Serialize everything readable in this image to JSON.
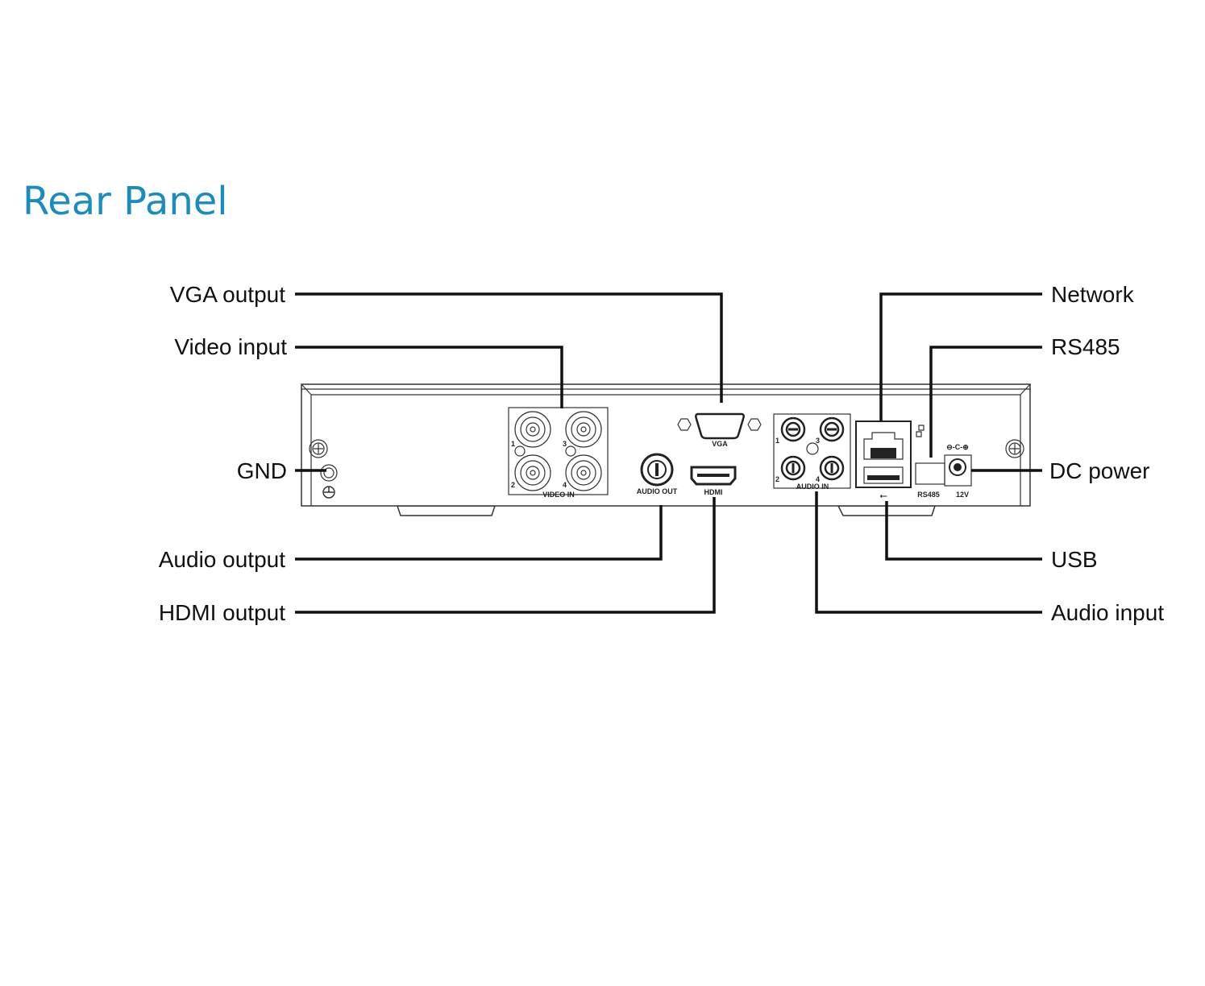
{
  "title": "Rear Panel",
  "colors": {
    "title": "#1a8cc0",
    "lines": "#111111"
  },
  "callouts_left": [
    {
      "id": "vga",
      "label": "VGA output"
    },
    {
      "id": "video",
      "label": "Video input"
    },
    {
      "id": "gnd",
      "label": "GND"
    },
    {
      "id": "audio-out",
      "label": "Audio output"
    },
    {
      "id": "hdmi",
      "label": "HDMI output"
    }
  ],
  "callouts_right": [
    {
      "id": "network",
      "label": "Network"
    },
    {
      "id": "rs485",
      "label": "RS485"
    },
    {
      "id": "dc",
      "label": "DC power"
    },
    {
      "id": "usb",
      "label": "USB"
    },
    {
      "id": "audio-in",
      "label": "Audio input"
    }
  ],
  "device": {
    "video_in": "VIDEO IN",
    "audio_out": "AUDIO OUT",
    "vga": "VGA",
    "hdmi": "HDMI",
    "audio_in": "AUDIO IN",
    "rs485": "RS485",
    "power": "12V",
    "channels": [
      "1",
      "2",
      "3",
      "4"
    ]
  }
}
